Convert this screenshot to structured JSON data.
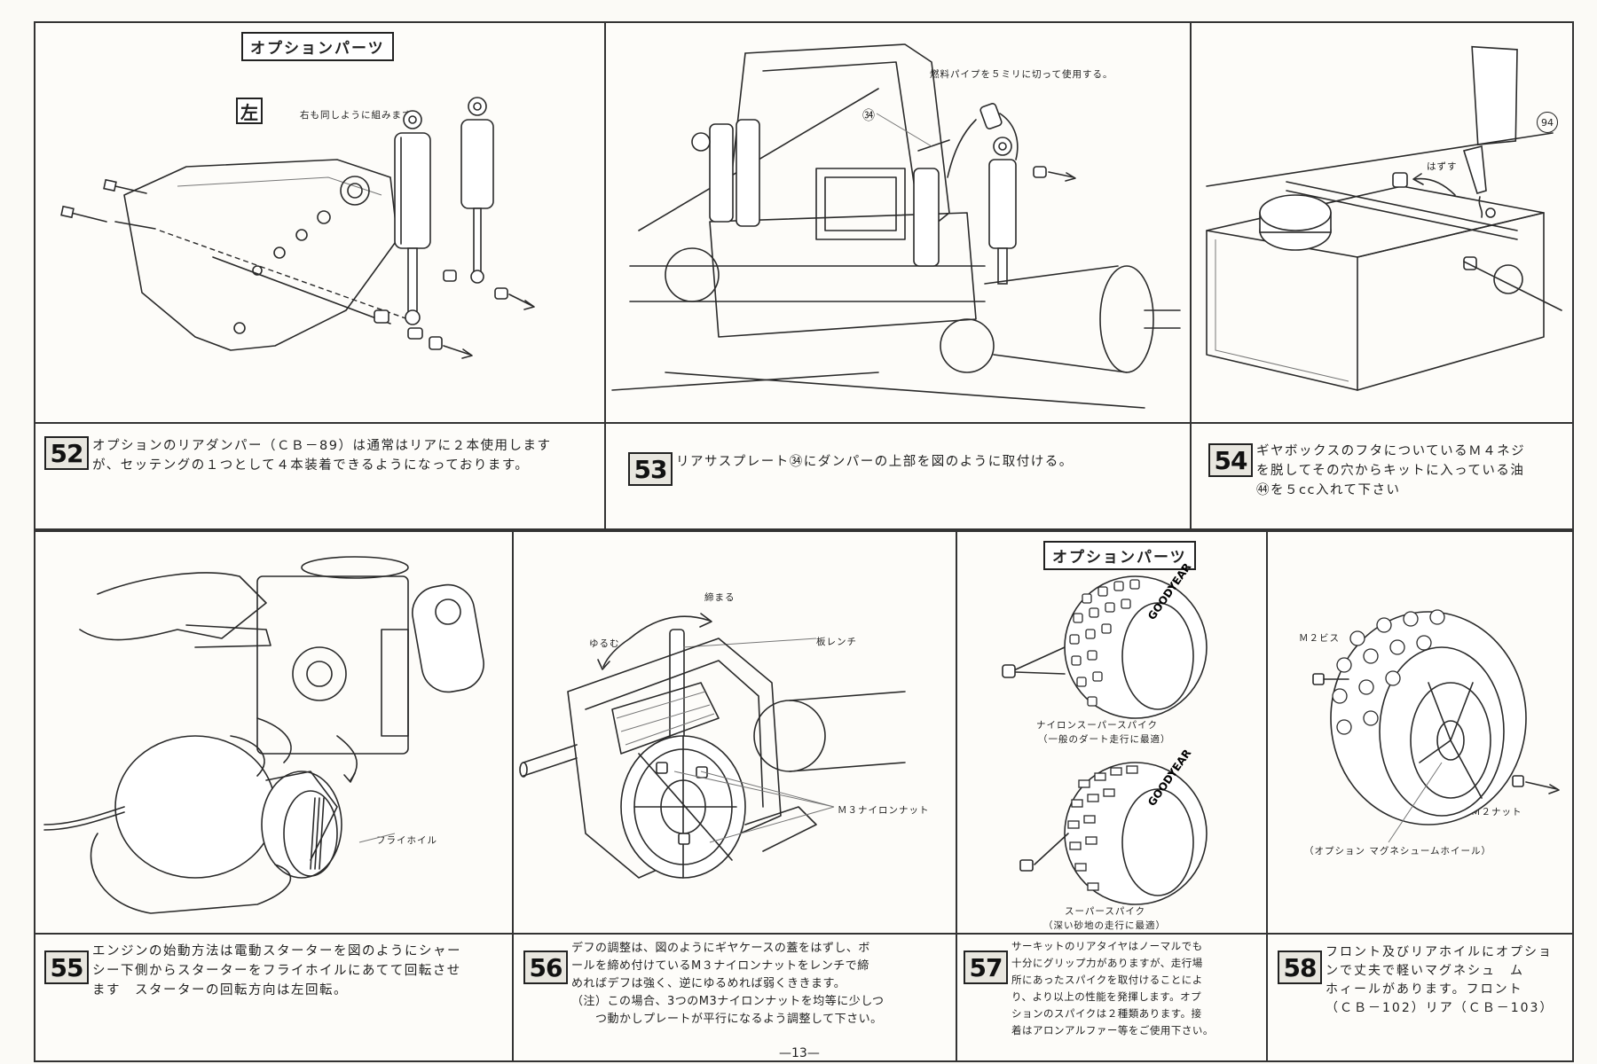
{
  "page_number": "—13—",
  "steps": [
    {
      "number": "52",
      "option_label": "オプションパーツ",
      "badge": "左",
      "callouts": [
        "右も同しように組みます"
      ],
      "text": [
        "オプションのリアダンパー（ＣＢ－89）は通常はリアに２本使用します",
        "が、セッテングの１つとして４本装着できるようになっております。"
      ]
    },
    {
      "number": "53",
      "callouts": [
        "燃料パイプを５ミリに切って使用する。",
        "㉞"
      ],
      "text": [
        "リアサスプレート㉞にダンパーの上部を図のように取付ける。"
      ]
    },
    {
      "number": "54",
      "callouts": [
        "はずす",
        "94"
      ],
      "text": [
        "ギヤボックスのフタについているＭ４ネジ",
        "を脱してその穴からキットに入っている油",
        "㊹を５cc入れて下さい"
      ]
    },
    {
      "number": "55",
      "callouts": [
        "フライホイル"
      ],
      "text": [
        "エンジンの始動方法は電動スターターを図のようにシャー",
        "シー下側からスターターをフライホイルにあてて回転させ",
        "ます　スターターの回転方向は左回転。"
      ]
    },
    {
      "number": "56",
      "callouts": [
        "締まる",
        "ゆるむ",
        "板レンチ",
        "Ｍ３ナイロンナット"
      ],
      "text": [
        "デフの調整は、図のようにギヤケースの蓋をはずし、ボ",
        "ールを締め付けているM３ナイロンナットをレンチで締",
        "めればデフは強く、逆にゆるめれば弱くききます。",
        "（注）この場合、3つのM3ナイロンナットを均等に少しつ",
        "　　つ動かしプレートが平行になるよう調整して下さい。"
      ]
    },
    {
      "number": "57",
      "option_label": "オプションパーツ",
      "callouts": [
        "ナイロンスーパースパイク",
        "（一般のダート走行に最適）",
        "スーパースパイク",
        "（深い砂地の走行に最適）",
        "GOODYEAR",
        "GOODYEAR"
      ],
      "text": [
        "サーキットのリアタイヤはノーマルでも",
        "十分にグリップ力がありますが、走行場",
        "所にあったスパイクを取付けることによ",
        "り、より以上の性能を発揮します。オプ",
        "ションのスパイクは２種類あります。接",
        "着はアロンアルファー等をご使用下さい。"
      ]
    },
    {
      "number": "58",
      "callouts": [
        "Ｍ２ビス",
        "Ｍ２ナット",
        "（オプション マグネシュームホイール）"
      ],
      "text": [
        "フロント及びリアホイルにオプショ",
        "ンで丈夫で軽いマグネシュ　ム",
        "ホィールがあります。フロント",
        "（ＣＢ－102）リア（ＣＢ－103）"
      ]
    }
  ]
}
